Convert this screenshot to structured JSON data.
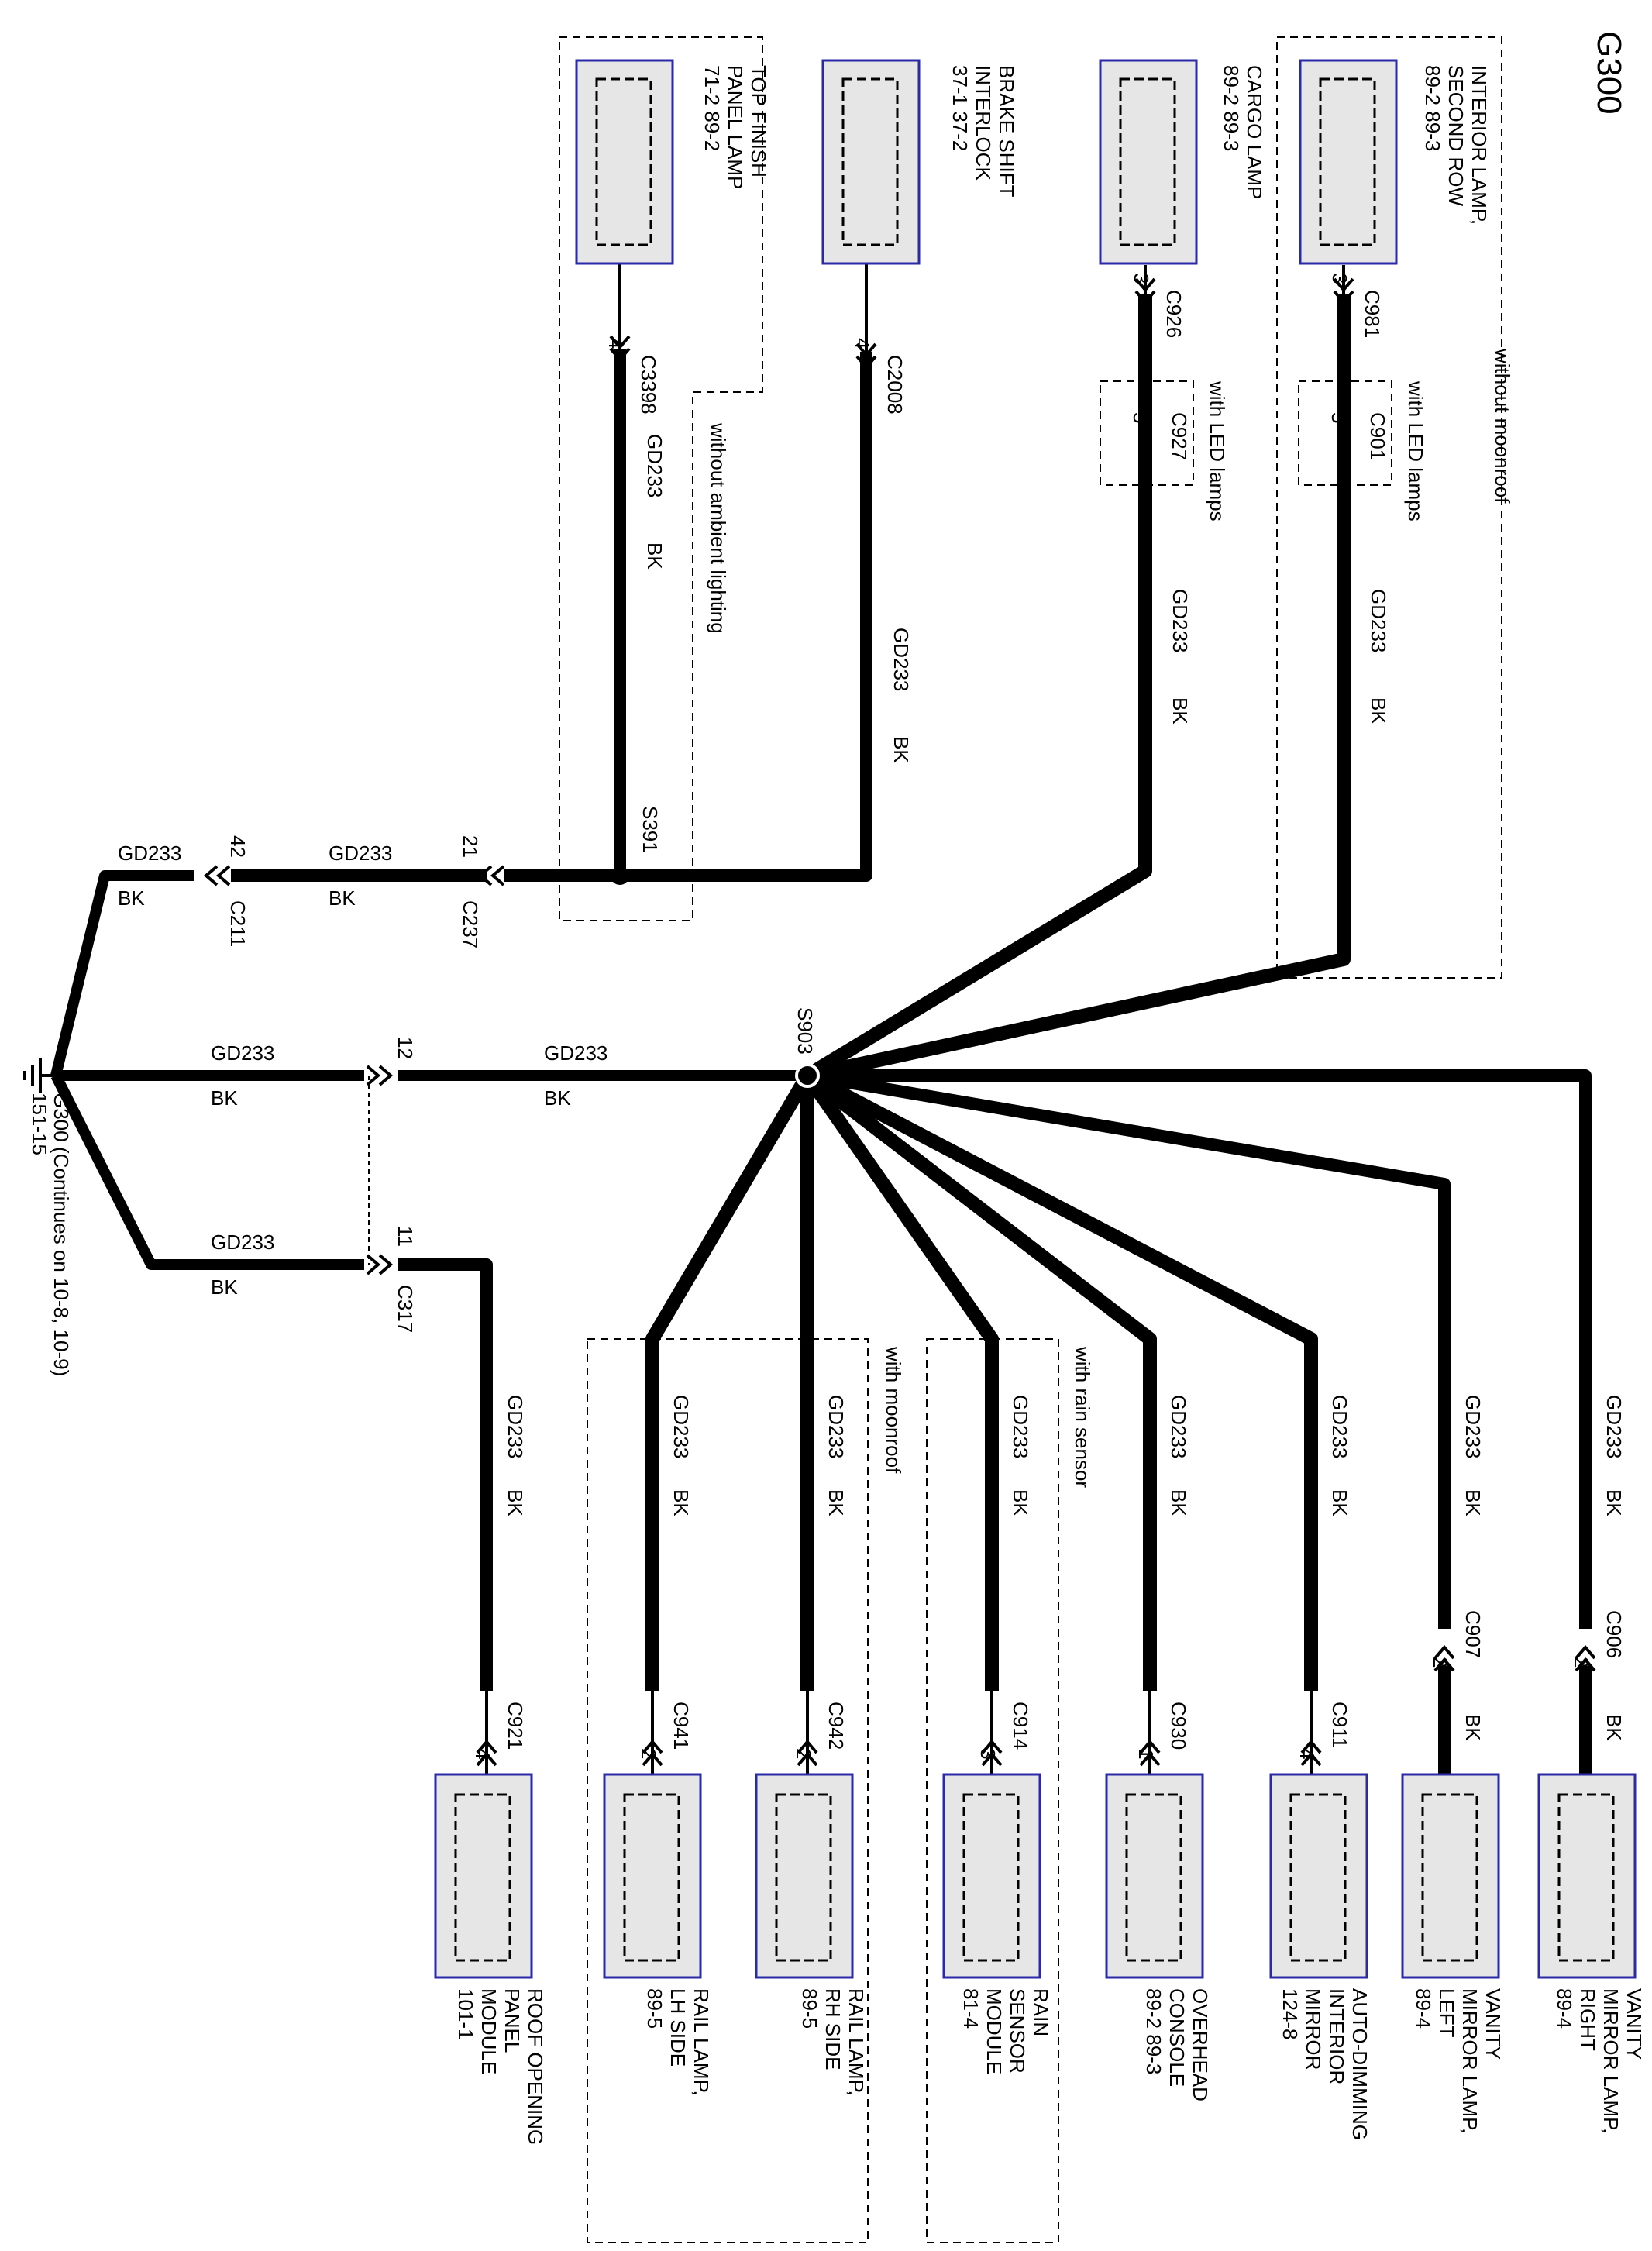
{
  "page_title": "G300",
  "ground": {
    "id": "G300",
    "ref": "151-15",
    "note": "(Continues on 10-8, 10-9)",
    "symbol": "ground-icon"
  },
  "splices": [
    {
      "id": "S903"
    },
    {
      "id": "S391"
    }
  ],
  "option_boxes": {
    "without_moonroof": "without moonroof",
    "without_ambient_lighting": "without ambient lighting",
    "with_led_lamps_c901": "with LED lamps",
    "with_led_lamps_c927": "with LED lamps",
    "with_moonroof": "with moonroof",
    "with_rain_sensor": "with rain sensor"
  },
  "top_components": [
    {
      "key": "interior_lamp",
      "label_lines": [
        "INTERIOR LAMP,",
        "SECOND ROW",
        "89-2    89-3"
      ],
      "connector": "C981",
      "pin": "3",
      "led_connector": "C901",
      "led_pin": "5",
      "circuit": "GD233",
      "color": "BK"
    },
    {
      "key": "cargo_lamp",
      "label_lines": [
        "CARGO LAMP",
        "89-2    89-3"
      ],
      "connector": "C926",
      "pin": "3",
      "led_connector": "C927",
      "led_pin": "5",
      "circuit": "GD233",
      "color": "BK"
    },
    {
      "key": "brake_shift",
      "label_lines": [
        "BRAKE SHIFT",
        "INTERLOCK",
        "37-1    37-2"
      ],
      "connector": "C2008",
      "pin": "4",
      "circuit": "GD233",
      "color": "BK"
    },
    {
      "key": "top_finish",
      "label_lines": [
        "TOP FINISH",
        "PANEL LAMP",
        "71-2    89-2"
      ],
      "connector": "C3398",
      "pin": "4",
      "circuit": "GD233",
      "color": "BK"
    }
  ],
  "trunk_wires": {
    "c237": {
      "connector": "C237",
      "pin": "21",
      "circuit": "GD233",
      "color": "BK"
    },
    "c211": {
      "connector": "C211",
      "pin": "42",
      "circuit": "GD233",
      "color": "BK"
    },
    "c211_left": {
      "circuit": "GD233",
      "color": "BK"
    },
    "pin12": {
      "pin": "12",
      "circuit": "GD233",
      "color": "BK"
    },
    "pin12_left": {
      "circuit": "GD233",
      "color": "BK"
    },
    "c317": {
      "connector": "C317",
      "pin": "11",
      "circuit": "GD233",
      "color": "BK"
    },
    "c317_left": {
      "circuit": "GD233",
      "color": "BK"
    }
  },
  "bottom_components": [
    {
      "key": "vanity_right",
      "label_lines": [
        "VANITY",
        "MIRROR LAMP,",
        "RIGHT",
        "89-4"
      ],
      "connector": "C906",
      "pin": "2",
      "circuit": "GD233",
      "color": "BK",
      "short_color": "BK"
    },
    {
      "key": "vanity_left",
      "label_lines": [
        "VANITY",
        "MIRROR LAMP,",
        "LEFT",
        "89-4"
      ],
      "connector": "C907",
      "pin": "2",
      "circuit": "GD233",
      "color": "BK",
      "short_color": "BK"
    },
    {
      "key": "auto_dimming",
      "label_lines": [
        "AUTO-DIMMING",
        "INTERIOR",
        "MIRROR",
        "124-8"
      ],
      "connector": "C911",
      "pin": "4",
      "circuit": "GD233",
      "color": "BK"
    },
    {
      "key": "overhead_console",
      "label_lines": [
        "OVERHEAD",
        "CONSOLE",
        "89-2    89-3"
      ],
      "connector": "C930",
      "pin": "1",
      "circuit": "GD233",
      "color": "BK"
    },
    {
      "key": "rain_sensor",
      "label_lines": [
        "RAIN",
        "SENSOR",
        "MODULE",
        "81-4"
      ],
      "connector": "C914",
      "pin": "3",
      "circuit": "GD233",
      "color": "BK"
    },
    {
      "key": "rail_rh",
      "label_lines": [
        "RAIL LAMP,",
        "RH SIDE",
        "89-5"
      ],
      "connector": "C942",
      "pin": "2",
      "circuit": "GD233",
      "color": "BK"
    },
    {
      "key": "rail_lh",
      "label_lines": [
        "RAIL LAMP,",
        "LH SIDE",
        "89-5"
      ],
      "connector": "C941",
      "pin": "2",
      "circuit": "GD233",
      "color": "BK"
    },
    {
      "key": "roof_opening",
      "label_lines": [
        "ROOF OPENING",
        "PANEL",
        "MODULE",
        "101-1"
      ],
      "connector": "C921",
      "pin": "4",
      "circuit": "GD233",
      "color": "BK"
    }
  ],
  "colors": {
    "wire": "#000000",
    "component_fill": "#e6e6e6",
    "component_border": "#2a2aa8",
    "dashed": "#000000"
  }
}
